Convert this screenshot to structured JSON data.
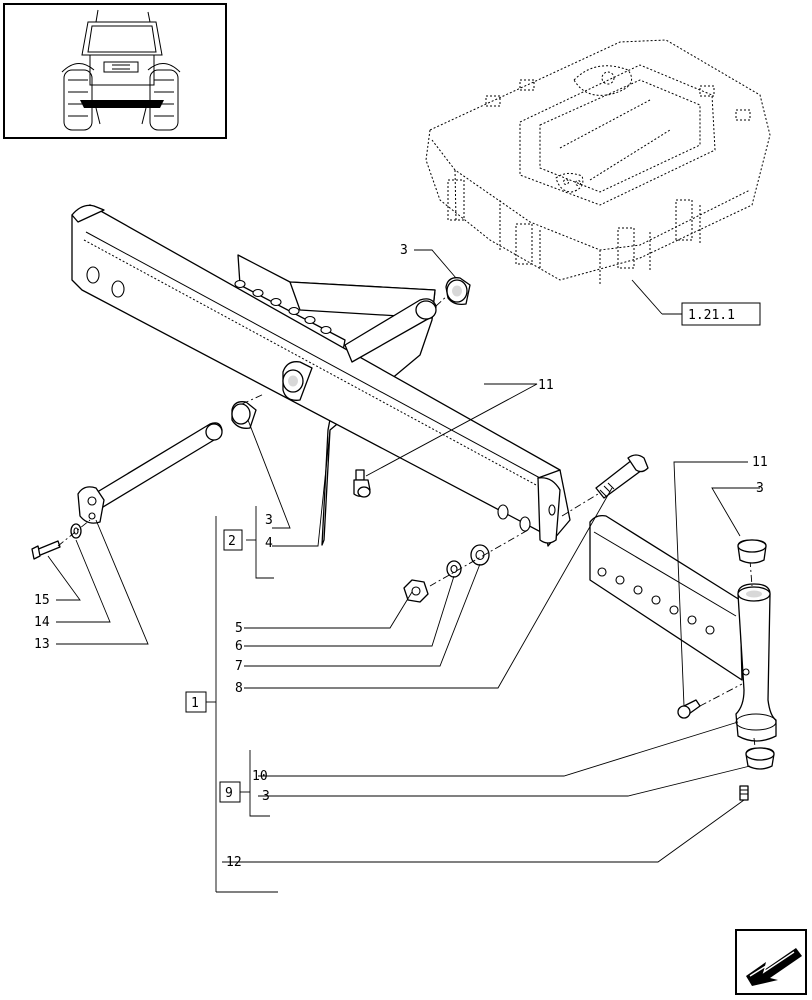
{
  "callouts": {
    "c3_top": "3",
    "c11_top": "11",
    "c11_right": "11",
    "c3_right": "3",
    "c3_group": "3",
    "c4_group": "4",
    "c5": "5",
    "c6": "6",
    "c7": "7",
    "c8": "8",
    "c10": "10",
    "c3_bottom": "3",
    "c12": "12",
    "c13": "13",
    "c14": "14",
    "c15": "15"
  },
  "group_boxes": {
    "box1": "1",
    "box2": "2",
    "box9": "9"
  },
  "reference_box": "1.21.1",
  "icons": {
    "thumbnail": "tractor-rear-view-icon",
    "navigation": "next-page-arrow-icon"
  }
}
